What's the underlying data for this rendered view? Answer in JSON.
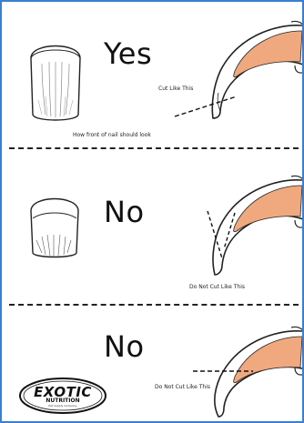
{
  "panels": [
    {
      "heading": "Yes",
      "cut_label": "Cut Like This",
      "front_label": "How front of nail should look"
    },
    {
      "heading": "No",
      "cut_label": "Do Not Cut Like This"
    },
    {
      "heading": "No",
      "cut_label": "Do Not Cut Like This"
    }
  ],
  "logo": {
    "name": "EXOTIC",
    "sub": "NUTRITION",
    "tagline": "Pet Supply Company"
  },
  "colors": {
    "border": "#3b7fd0",
    "quick": "#f0a97e",
    "outline": "#222222"
  }
}
